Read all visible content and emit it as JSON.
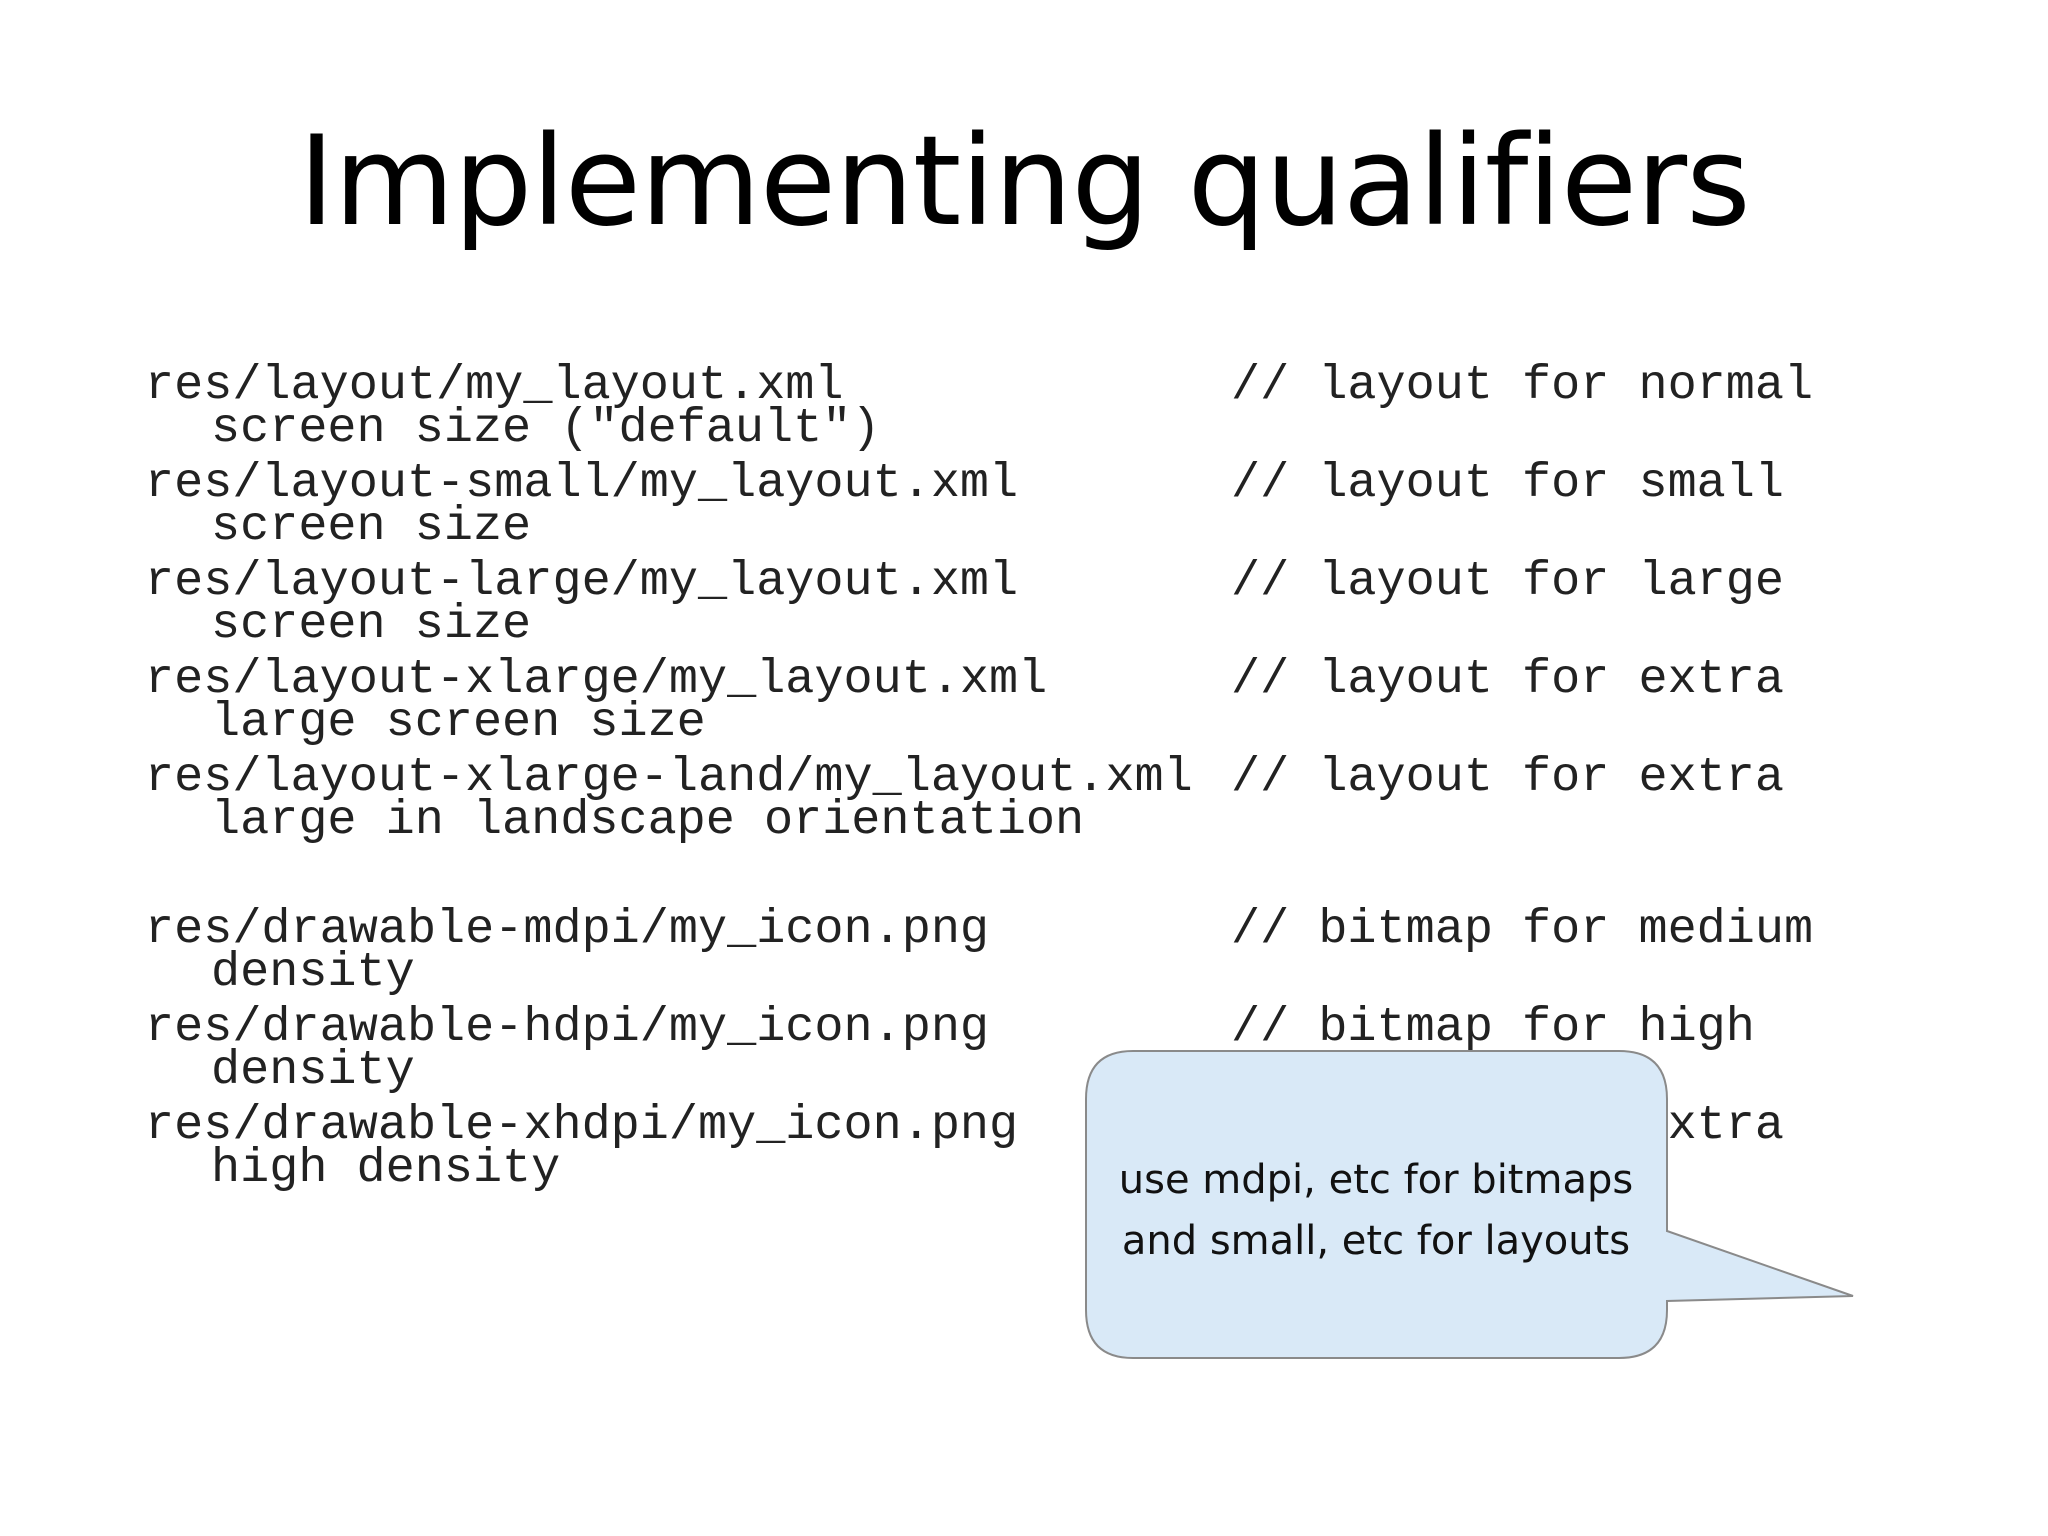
{
  "slide": {
    "title": "Implementing qualifiers"
  },
  "layout_entries": [
    {
      "path": "res/layout/my_layout.xml",
      "comment": "// layout for normal",
      "continuation": "screen size (\"default\")"
    },
    {
      "path": "res/layout-small/my_layout.xml",
      "comment": "// layout for small",
      "continuation": "screen size"
    },
    {
      "path": "res/layout-large/my_layout.xml",
      "comment": "// layout for large",
      "continuation": "screen size"
    },
    {
      "path": "res/layout-xlarge/my_layout.xml",
      "comment": "// layout for extra",
      "continuation": "large screen size"
    },
    {
      "path": "res/layout-xlarge-land/my_layout.xml",
      "comment": "// layout for extra",
      "continuation": "large in landscape orientation"
    }
  ],
  "drawable_entries": [
    {
      "path": "res/drawable-mdpi/my_icon.png",
      "comment": "// bitmap for medium",
      "continuation": "density"
    },
    {
      "path": "res/drawable-hdpi/my_icon.png",
      "comment": "// bitmap for high",
      "continuation": "density"
    },
    {
      "path": "res/drawable-xhdpi/my_icon.png",
      "comment": "// bitmap for extra",
      "continuation": "high density"
    }
  ],
  "callout": {
    "line1": "use mdpi, etc for bitmaps",
    "line2": "and small, etc for layouts",
    "fill": "#d9e9f7",
    "stroke": "#8a8a8a"
  }
}
